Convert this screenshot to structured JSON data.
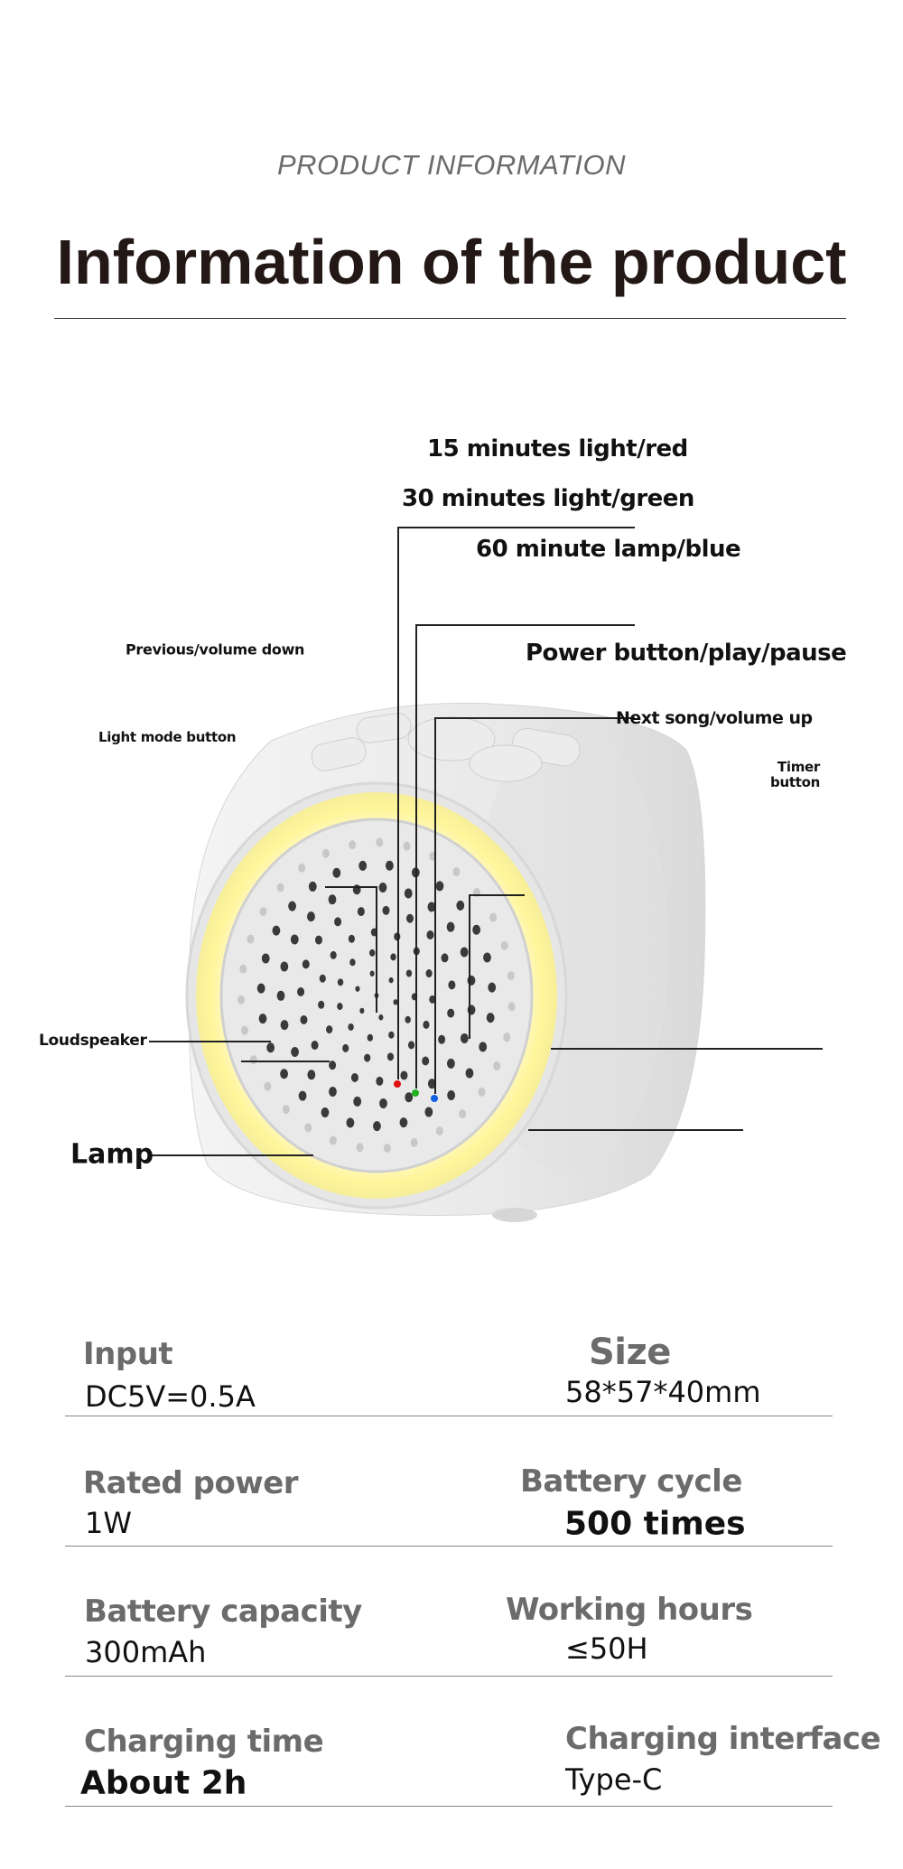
{
  "header": {
    "subtitle": "PRODUCT INFORMATION",
    "title": "Information of the product"
  },
  "callouts": {
    "red_light": "15 minutes light/red",
    "green_light": "30 minutes light/green",
    "blue_light": "60 minute lamp/blue",
    "previous": "Previous/volume down",
    "power": "Power button/play/pause",
    "next": "Next song/volume up",
    "light_mode": "Light mode button",
    "timer_line1": "Timer",
    "timer_line2": "button",
    "loudspeaker": "Loudspeaker",
    "lamp": "Lamp"
  },
  "indicator_colors": {
    "red": "#e01010",
    "green": "#20b020",
    "blue": "#1060e0"
  },
  "specs": [
    {
      "label": "Input",
      "value": "DC5V=0.5A"
    },
    {
      "label": "Size",
      "value": "58*57*40mm"
    },
    {
      "label": "Rated power",
      "value": "1W"
    },
    {
      "label": "Battery cycle",
      "value": "500 times"
    },
    {
      "label": "Battery capacity",
      "value": "300mAh"
    },
    {
      "label": "Working hours",
      "value": "≤50H"
    },
    {
      "label": "Charging time",
      "value": "About 2h"
    },
    {
      "label": "Charging interface",
      "value": "Type-C"
    }
  ]
}
